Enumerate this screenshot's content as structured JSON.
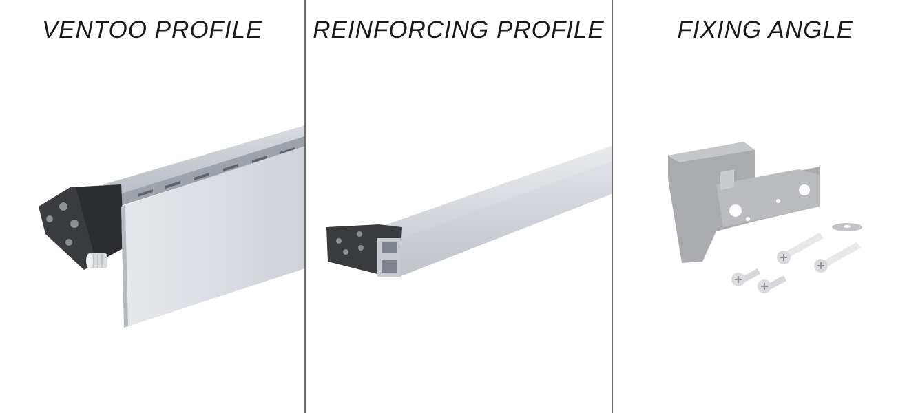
{
  "panels": [
    {
      "title": "VENTOO PROFILE"
    },
    {
      "title": "REINFORCING PROFILE"
    },
    {
      "title": "FIXING ANGLE"
    }
  ],
  "colors": {
    "background": "#ffffff",
    "divider": "#6d6d6d",
    "title_text": "#1a1a1a",
    "aluminium_light": "#e3e5ea",
    "aluminium_mid": "#c9ccd3",
    "aluminium_dark": "#a7abb3",
    "endcap": "#3a3b3e",
    "bracket": "#a9abae"
  },
  "icons": [
    "ventoo-profile-illustration",
    "reinforcing-profile-illustration",
    "fixing-angle-illustration",
    "screw-icon",
    "washer-icon"
  ]
}
